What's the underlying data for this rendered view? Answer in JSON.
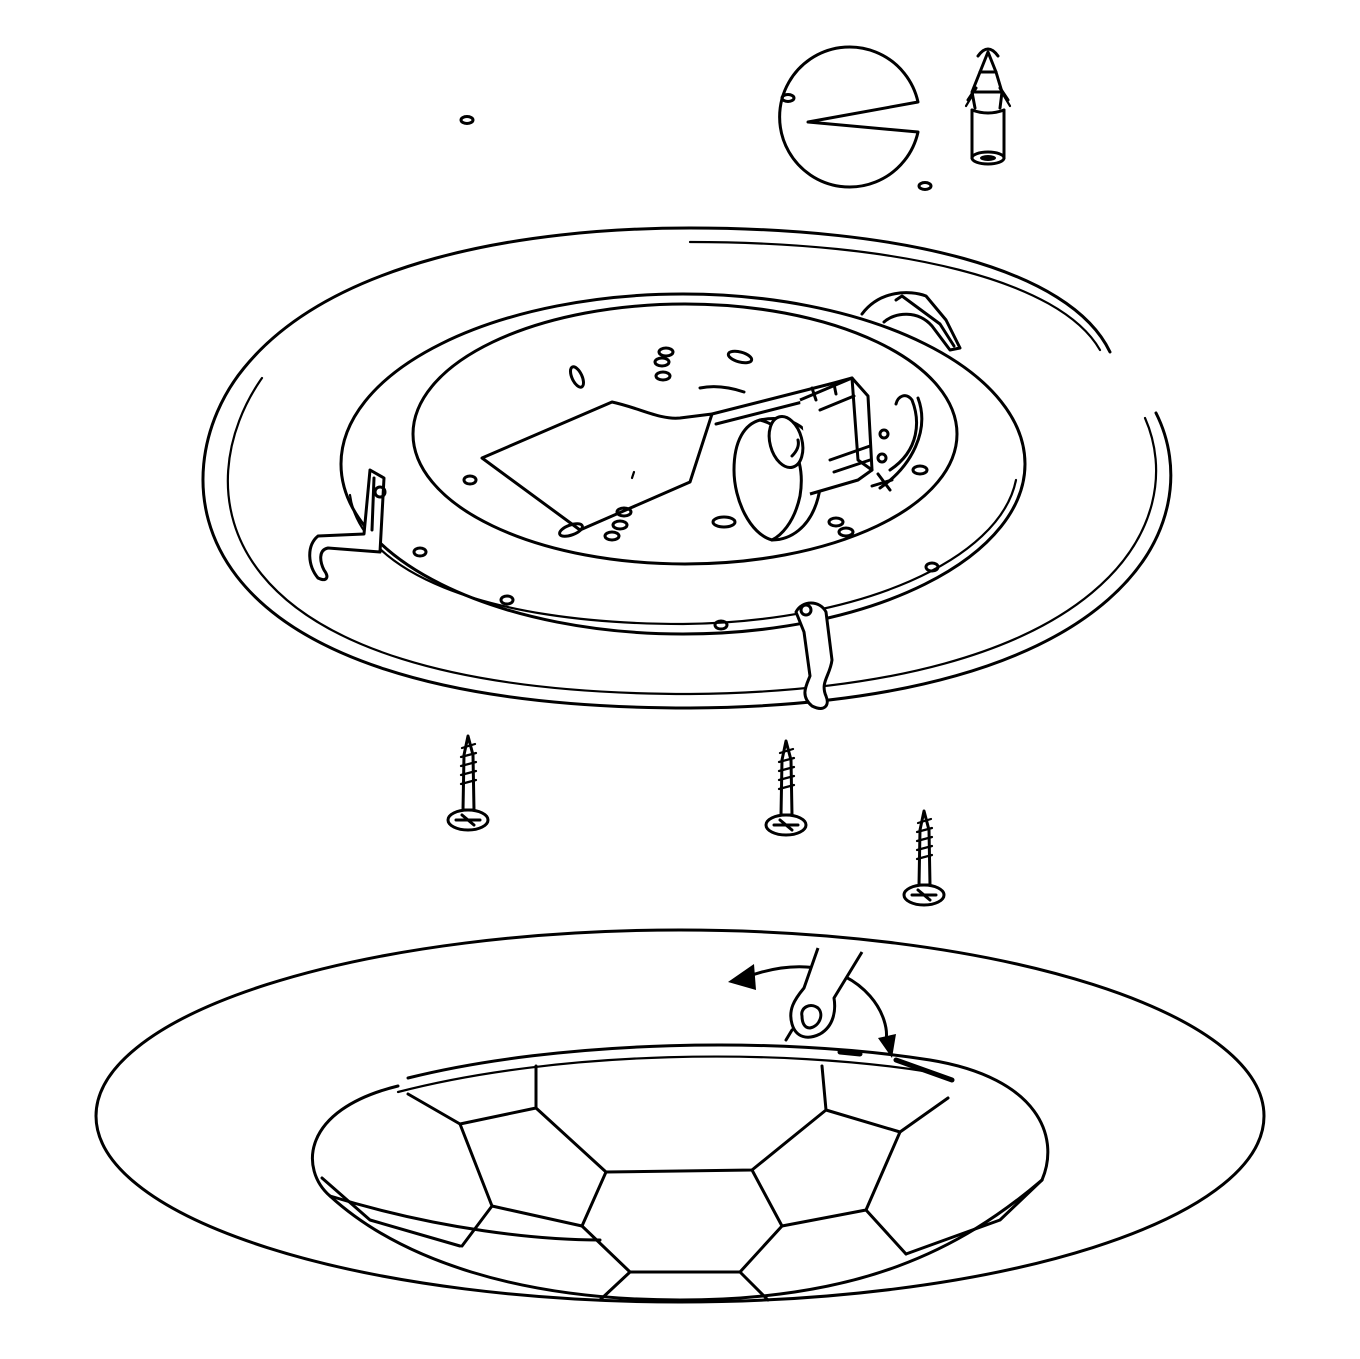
{
  "diagram": {
    "kind": "assembly-instruction",
    "colors": {
      "line": "#000000",
      "background": "#ffffff"
    },
    "parts": [
      "ceiling-drill-holes",
      "wall-plug-detail",
      "mounting-plate",
      "screws",
      "glass-shade",
      "twist-lock-arrow"
    ]
  }
}
